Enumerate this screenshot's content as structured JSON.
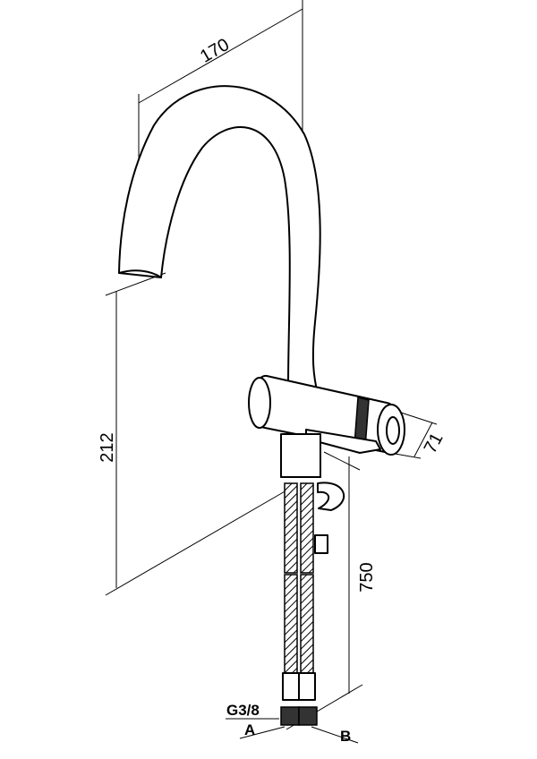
{
  "dimensions": {
    "spout_reach": "170",
    "spout_height": "212",
    "hose_length": "750",
    "lever_diameter": "71"
  },
  "connections": {
    "thread": "G3/8",
    "inlet_a": "A",
    "inlet_b": "B"
  }
}
